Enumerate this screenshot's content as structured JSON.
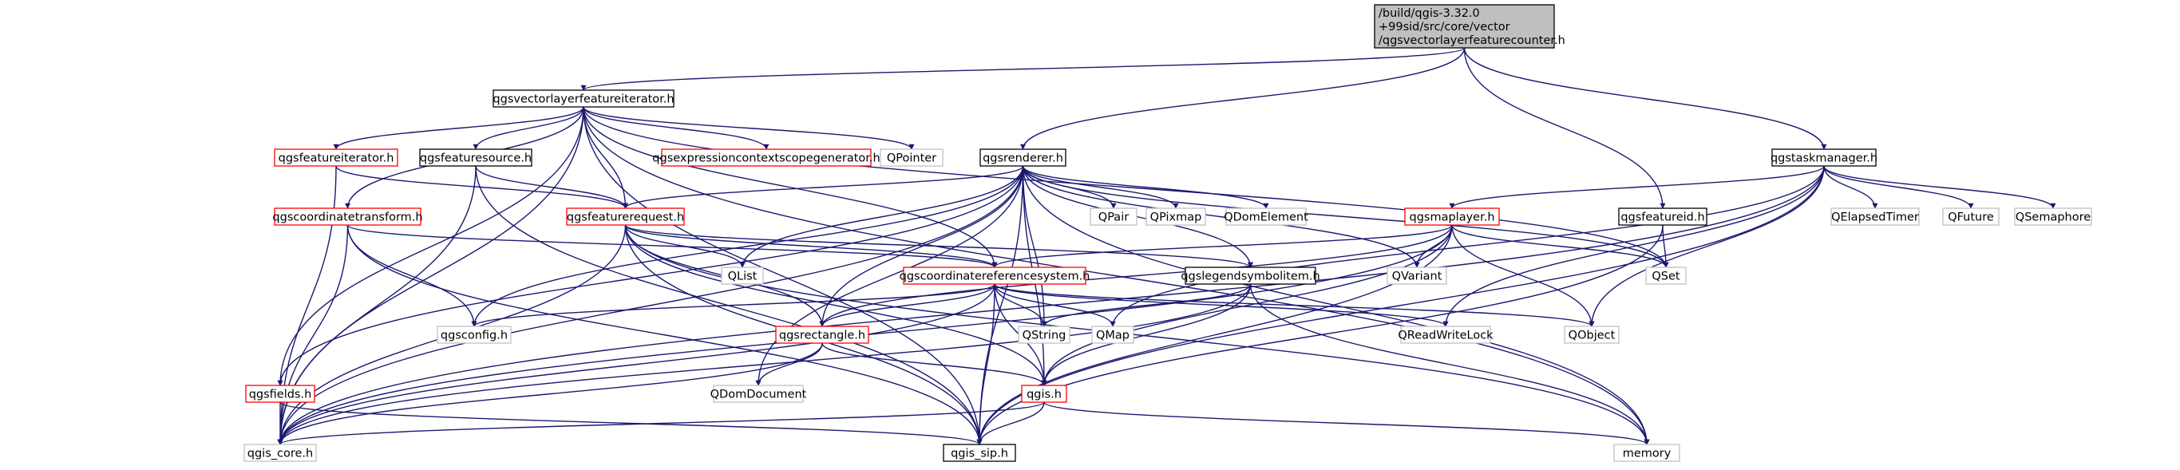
{
  "colors": {
    "edge": "#191970",
    "root_fill": "#bfbfbf",
    "root_border": "#000000",
    "documented_border": "#000000",
    "undocumented_border": "#ff0000",
    "external_border": "#bfbfbf",
    "box_fill": "#ffffff"
  },
  "nodes": [
    {
      "id": "root",
      "lines": [
        "/build/qgis-3.32.0",
        "+99sid/src/core/vector",
        "/qgsvectorlayerfeaturecounter.h"
      ],
      "kind": "root"
    },
    {
      "id": "vlfi",
      "lines": [
        "qgsvectorlayerfeatureiterator.h"
      ],
      "kind": "documented"
    },
    {
      "id": "fit",
      "lines": [
        "qgsfeatureiterator.h"
      ],
      "kind": "undocumented"
    },
    {
      "id": "fsrc",
      "lines": [
        "qgsfeaturesource.h"
      ],
      "kind": "documented"
    },
    {
      "id": "ectx",
      "lines": [
        "qgsexpressioncontextscopegenerator.h"
      ],
      "kind": "undocumented"
    },
    {
      "id": "qpointer",
      "lines": [
        "QPointer"
      ],
      "kind": "external"
    },
    {
      "id": "rend",
      "lines": [
        "qgsrenderer.h"
      ],
      "kind": "documented"
    },
    {
      "id": "task",
      "lines": [
        "qgstaskmanager.h"
      ],
      "kind": "documented"
    },
    {
      "id": "ctr",
      "lines": [
        "qgscoordinatetransform.h"
      ],
      "kind": "undocumented"
    },
    {
      "id": "freq",
      "lines": [
        "qgsfeaturerequest.h"
      ],
      "kind": "undocumented"
    },
    {
      "id": "qpair",
      "lines": [
        "QPair"
      ],
      "kind": "external"
    },
    {
      "id": "qpixmap",
      "lines": [
        "QPixmap"
      ],
      "kind": "external"
    },
    {
      "id": "qdomel",
      "lines": [
        "QDomElement"
      ],
      "kind": "external"
    },
    {
      "id": "mapl",
      "lines": [
        "qgsmaplayer.h"
      ],
      "kind": "undocumented"
    },
    {
      "id": "fid",
      "lines": [
        "qgsfeatureid.h"
      ],
      "kind": "documented"
    },
    {
      "id": "qelapsed",
      "lines": [
        "QElapsedTimer"
      ],
      "kind": "external"
    },
    {
      "id": "qfuture",
      "lines": [
        "QFuture"
      ],
      "kind": "external"
    },
    {
      "id": "qsem",
      "lines": [
        "QSemaphore"
      ],
      "kind": "external"
    },
    {
      "id": "qlist",
      "lines": [
        "QList"
      ],
      "kind": "external"
    },
    {
      "id": "crs",
      "lines": [
        "qgscoordinatereferencesystem.h"
      ],
      "kind": "undocumented"
    },
    {
      "id": "legsym",
      "lines": [
        "qgslegendsymbolitem.h"
      ],
      "kind": "documented"
    },
    {
      "id": "qvariant",
      "lines": [
        "QVariant"
      ],
      "kind": "external"
    },
    {
      "id": "qset",
      "lines": [
        "QSet"
      ],
      "kind": "external"
    },
    {
      "id": "config",
      "lines": [
        "qgsconfig.h"
      ],
      "kind": "external"
    },
    {
      "id": "rect",
      "lines": [
        "qgsrectangle.h"
      ],
      "kind": "undocumented"
    },
    {
      "id": "qstring",
      "lines": [
        "QString"
      ],
      "kind": "external"
    },
    {
      "id": "qmap",
      "lines": [
        "QMap"
      ],
      "kind": "external"
    },
    {
      "id": "qrwlock",
      "lines": [
        "QReadWriteLock"
      ],
      "kind": "external"
    },
    {
      "id": "qobject",
      "lines": [
        "QObject"
      ],
      "kind": "external"
    },
    {
      "id": "fields",
      "lines": [
        "qgsfields.h"
      ],
      "kind": "undocumented"
    },
    {
      "id": "qdomdoc",
      "lines": [
        "QDomDocument"
      ],
      "kind": "external"
    },
    {
      "id": "qgis",
      "lines": [
        "qgis.h"
      ],
      "kind": "undocumented"
    },
    {
      "id": "core",
      "lines": [
        "qgis_core.h"
      ],
      "kind": "external"
    },
    {
      "id": "sip",
      "lines": [
        "qgis_sip.h"
      ],
      "kind": "documented"
    },
    {
      "id": "memory",
      "lines": [
        "memory"
      ],
      "kind": "external"
    }
  ],
  "edges": [
    [
      "root",
      "vlfi"
    ],
    [
      "root",
      "rend"
    ],
    [
      "root",
      "fid"
    ],
    [
      "root",
      "task"
    ],
    [
      "vlfi",
      "fit"
    ],
    [
      "vlfi",
      "fsrc"
    ],
    [
      "vlfi",
      "ectx"
    ],
    [
      "vlfi",
      "qpointer"
    ],
    [
      "vlfi",
      "ctr"
    ],
    [
      "vlfi",
      "freq"
    ],
    [
      "vlfi",
      "crs"
    ],
    [
      "vlfi",
      "fields"
    ],
    [
      "vlfi",
      "core"
    ],
    [
      "vlfi",
      "sip"
    ],
    [
      "vlfi",
      "qset"
    ],
    [
      "vlfi",
      "memory"
    ],
    [
      "fit",
      "freq"
    ],
    [
      "fit",
      "core"
    ],
    [
      "fsrc",
      "freq"
    ],
    [
      "fsrc",
      "core"
    ],
    [
      "fsrc",
      "sip"
    ],
    [
      "rend",
      "qpair"
    ],
    [
      "rend",
      "qpixmap"
    ],
    [
      "rend",
      "qdomel"
    ],
    [
      "rend",
      "qlist"
    ],
    [
      "rend",
      "freq"
    ],
    [
      "rend",
      "config"
    ],
    [
      "rend",
      "core"
    ],
    [
      "rend",
      "sip"
    ],
    [
      "rend",
      "rect"
    ],
    [
      "rend",
      "qdomdoc"
    ],
    [
      "rend",
      "qstring"
    ],
    [
      "rend",
      "qvariant"
    ],
    [
      "rend",
      "qset"
    ],
    [
      "rend",
      "legsym"
    ],
    [
      "rend",
      "qgis"
    ],
    [
      "rend",
      "fields"
    ],
    [
      "rend",
      "memory"
    ],
    [
      "task",
      "qelapsed"
    ],
    [
      "task",
      "qfuture"
    ],
    [
      "task",
      "qsem"
    ],
    [
      "task",
      "mapl"
    ],
    [
      "task",
      "qobject"
    ],
    [
      "task",
      "qrwlock"
    ],
    [
      "task",
      "qmap"
    ],
    [
      "task",
      "core"
    ],
    [
      "task",
      "sip"
    ],
    [
      "ctr",
      "crs"
    ],
    [
      "ctr",
      "config"
    ],
    [
      "ctr",
      "core"
    ],
    [
      "ctr",
      "sip"
    ],
    [
      "freq",
      "qlist"
    ],
    [
      "freq",
      "crs"
    ],
    [
      "freq",
      "rect"
    ],
    [
      "freq",
      "legsym"
    ],
    [
      "freq",
      "qgis"
    ],
    [
      "freq",
      "core"
    ],
    [
      "freq",
      "sip"
    ],
    [
      "freq",
      "memory"
    ],
    [
      "mapl",
      "crs"
    ],
    [
      "mapl",
      "qvariant"
    ],
    [
      "mapl",
      "qset"
    ],
    [
      "mapl",
      "qobject"
    ],
    [
      "mapl",
      "rect"
    ],
    [
      "mapl",
      "qgis"
    ],
    [
      "mapl",
      "core"
    ],
    [
      "mapl",
      "sip"
    ],
    [
      "fid",
      "qset"
    ],
    [
      "fid",
      "sip"
    ],
    [
      "crs",
      "config"
    ],
    [
      "crs",
      "qstring"
    ],
    [
      "crs",
      "qmap"
    ],
    [
      "crs",
      "qrwlock"
    ],
    [
      "crs",
      "qobject"
    ],
    [
      "crs",
      "rect"
    ],
    [
      "crs",
      "qgis"
    ],
    [
      "crs",
      "core"
    ],
    [
      "crs",
      "sip"
    ],
    [
      "legsym",
      "qstring"
    ],
    [
      "legsym",
      "qgis"
    ],
    [
      "legsym",
      "core"
    ],
    [
      "legsym",
      "memory"
    ],
    [
      "rect",
      "qdomdoc"
    ],
    [
      "rect",
      "qgis"
    ],
    [
      "rect",
      "core"
    ],
    [
      "fields",
      "core"
    ],
    [
      "fields",
      "sip"
    ],
    [
      "qgis",
      "core"
    ],
    [
      "qgis",
      "sip"
    ],
    [
      "qgis",
      "memory"
    ]
  ]
}
